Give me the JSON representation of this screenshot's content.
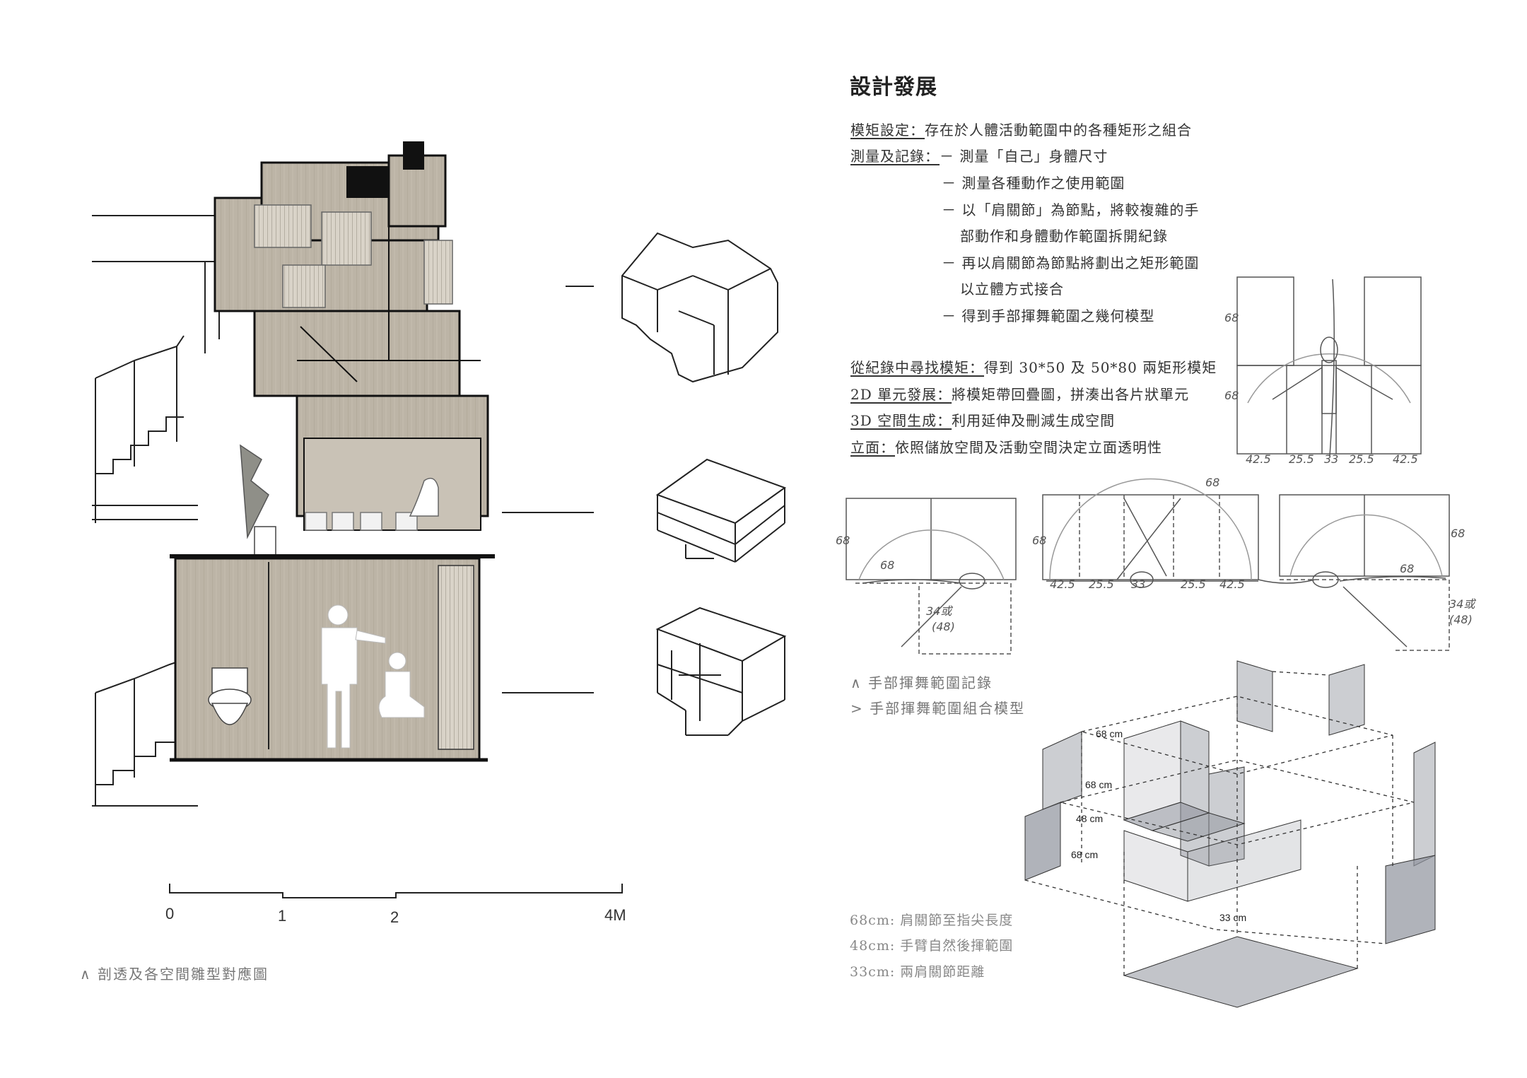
{
  "title": "設計發展",
  "lines": [
    {
      "label": "模矩設定：",
      "text": "存在於人體活動範圍中的各種矩形之組合"
    },
    {
      "label": "測量及記錄：",
      "text": "－ 測量「自己」身體尺寸"
    },
    {
      "label": "",
      "text": "－ 測量各種動作之使用範圍"
    },
    {
      "label": "",
      "text": "－ 以「肩關節」為節點，將較複雜的手"
    },
    {
      "label": "",
      "text": "部動作和身體動作範圍拆開紀錄"
    },
    {
      "label": "",
      "text": "－ 再以肩關節為節點將劃出之矩形範圍"
    },
    {
      "label": "",
      "text": "以立體方式接合"
    },
    {
      "label": "",
      "text": "－ 得到手部揮舞範圍之幾何模型"
    }
  ],
  "lines2": [
    {
      "label": "從紀錄中尋找模矩：",
      "text": "得到 30*50 及 50*80 兩矩形模矩"
    },
    {
      "label": "2D 單元發展：",
      "text": "將模矩帶回疊圖，拼湊出各片狀單元"
    },
    {
      "label": "3D 空間生成：",
      "text": "利用延伸及刪減生成空間"
    },
    {
      "label": "立面：",
      "text": "依照儲放空間及活動空間決定立面透明性"
    }
  ],
  "captions": {
    "record": "∧  手部揮舞範圍記錄",
    "model": ">  手部揮舞範圍組合模型",
    "section": "∧  剖透及各空間雛型對應圖"
  },
  "legend": [
    "68cm: 肩關節至指尖長度",
    "48cm: 手臂自然後揮範圍",
    "33cm: 兩肩關節距離"
  ],
  "scale": {
    "labels": [
      "0",
      "1",
      "2",
      "4M"
    ]
  },
  "sketch_labels": {
    "top": {
      "h1": "68",
      "h2": "68",
      "bottom": [
        "42.5",
        "25.5",
        "33",
        "25.5",
        "42.5"
      ]
    },
    "row": [
      "68",
      "68",
      "68",
      "42.5",
      "25.5",
      "33",
      "25.5",
      "42.5",
      "68",
      "34或",
      "(48)",
      "68",
      "68",
      "34或",
      "(48)"
    ]
  },
  "model_dims": [
    "68 cm",
    "68 cm",
    "48 cm",
    "68 cm",
    "33 cm"
  ],
  "colors": {
    "wood": "#b9b1a3",
    "wood_dark": "#9e9687",
    "ink": "#1a1a1a",
    "plane": "#8f939c"
  }
}
